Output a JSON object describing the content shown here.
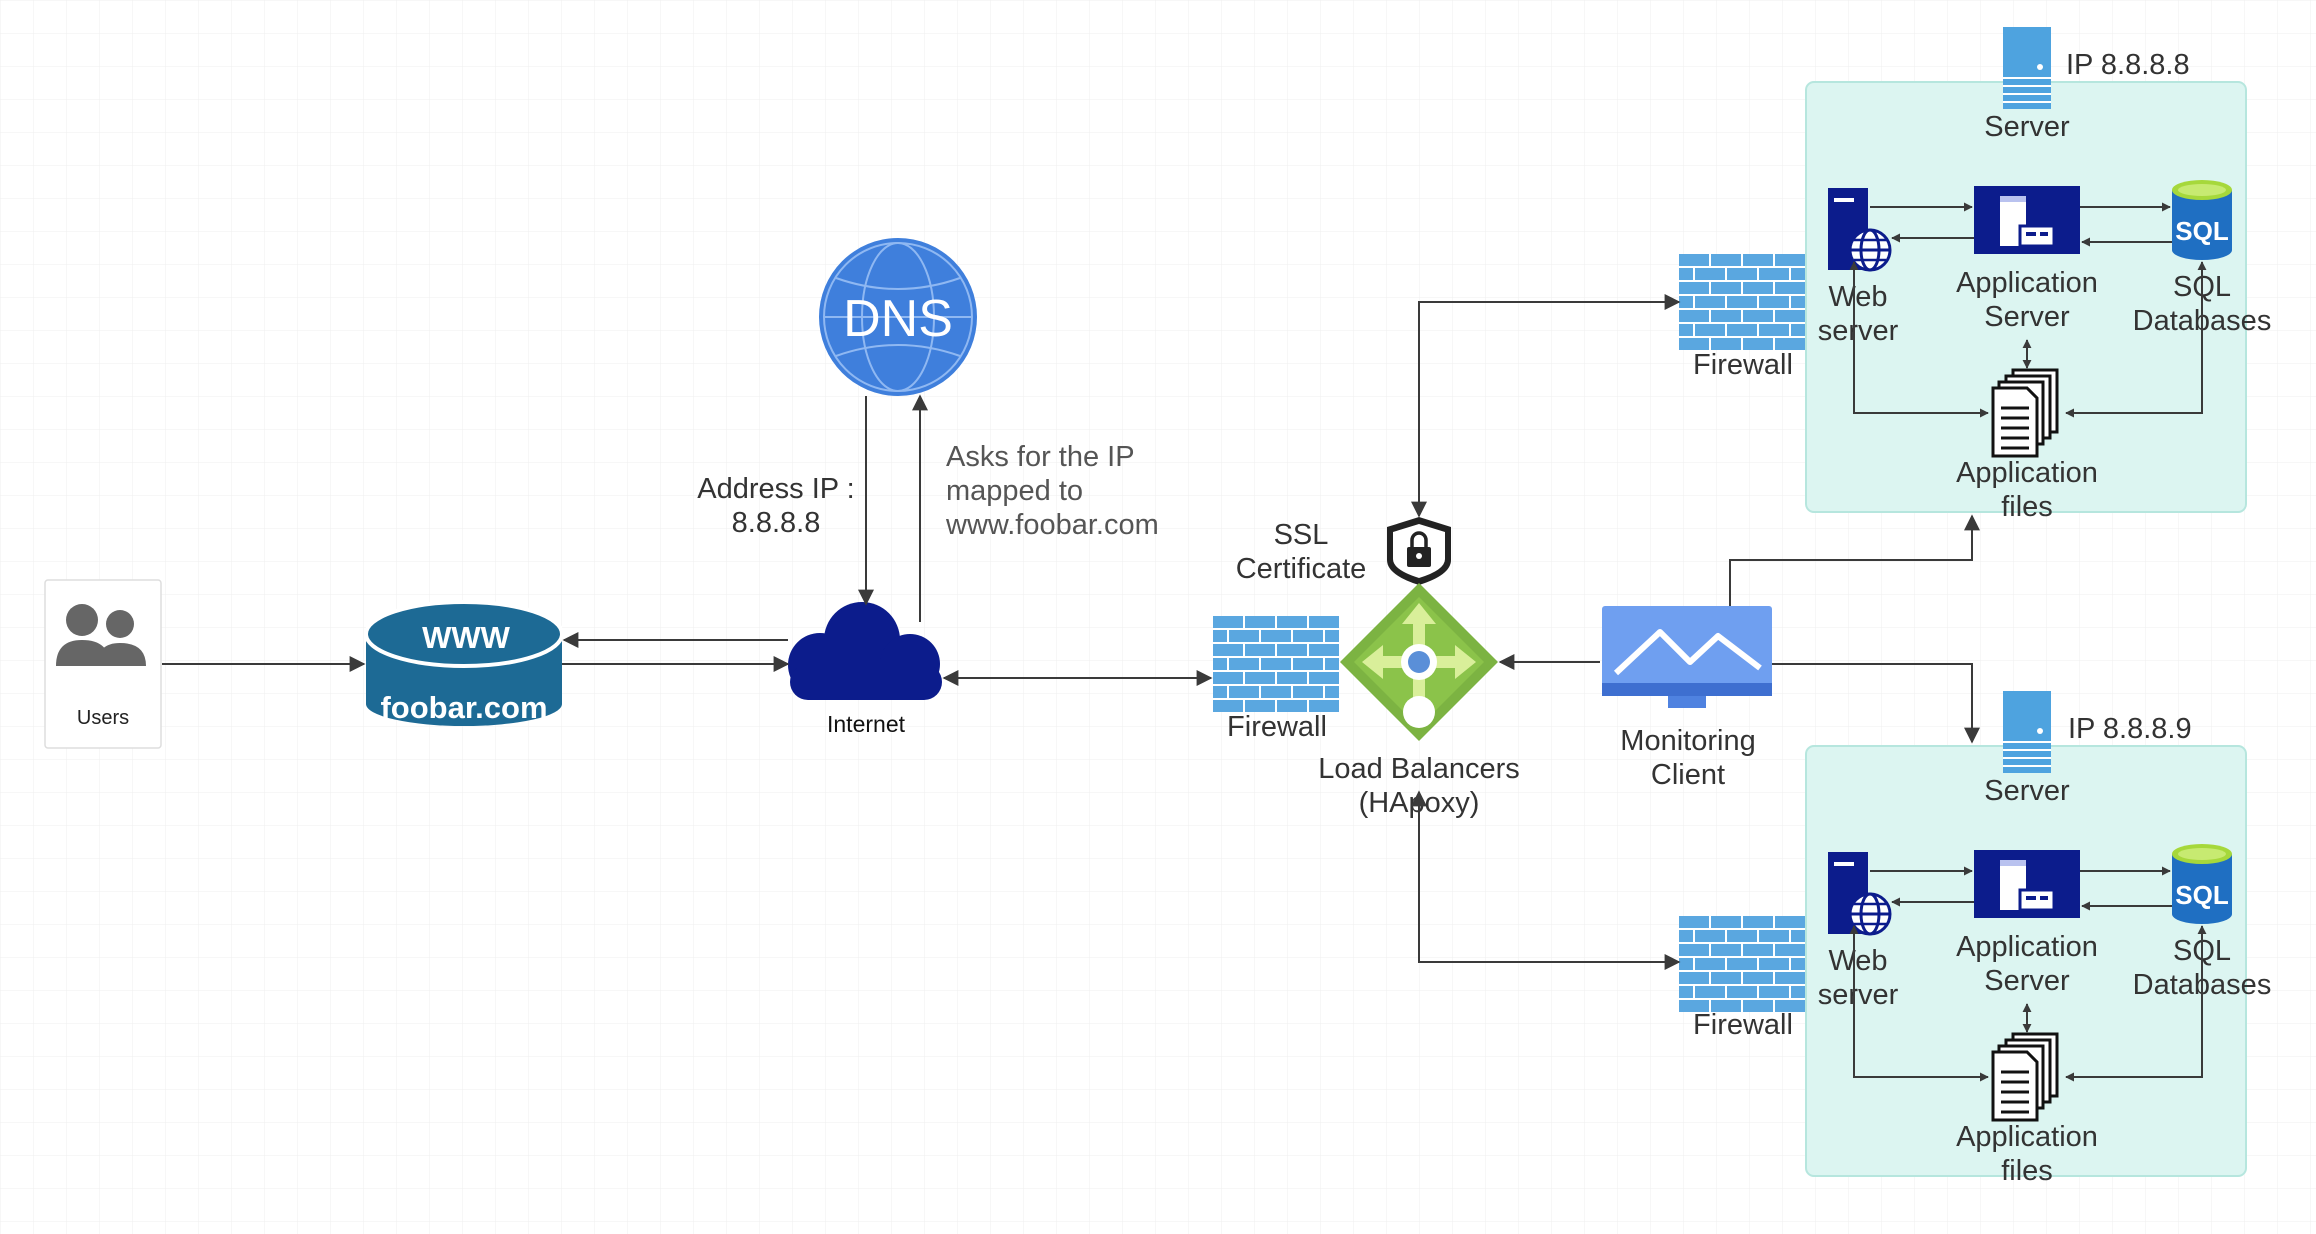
{
  "colors": {
    "grid": "#ececec",
    "server_box_fill": "#dcf5f1",
    "server_box_stroke": "#b6e6de",
    "dns_blue": "#3f7fdc",
    "navy": "#0c1c8c",
    "www_blue": "#1d6a95",
    "firewall_blue": "#5aa7e0",
    "lb_green": "#7cb342",
    "monitor_blue": "#6f9ff0",
    "server_tower": "#4ea3df",
    "sql_blue": "#1f6fc2",
    "sql_green": "#a6d83b"
  },
  "users": {
    "label": "Users",
    "icon": "users-icon"
  },
  "website": {
    "top_label": "WWW",
    "domain": "foobar.com",
    "icon": "database-cylinder-icon"
  },
  "internet": {
    "label": "Internet",
    "icon": "cloud-icon"
  },
  "dns": {
    "label": "DNS",
    "icon": "globe-icon"
  },
  "dns_reply": {
    "line1": "Address IP :",
    "line2": "8.8.8.8"
  },
  "dns_query": {
    "line1": "Asks for the IP",
    "line2": "mapped to",
    "line3": "www.foobar.com"
  },
  "ssl": {
    "line1": "SSL",
    "line2": "Certificate",
    "icon": "shield-lock-icon"
  },
  "firewall_lb": {
    "label": "Firewall",
    "icon": "brick-wall-icon"
  },
  "load_balancer": {
    "line1": "Load Balancers",
    "line2": "(HApoxy)",
    "icon": "load-balancer-icon"
  },
  "monitoring": {
    "line1": "Monitoring",
    "line2": "Client",
    "icon": "monitor-icon"
  },
  "servers": [
    {
      "ip": "IP 8.8.8.8",
      "title": "Server",
      "firewall": "Firewall",
      "web": {
        "line1": "Web",
        "line2": "server"
      },
      "app": {
        "line1": "Application",
        "line2": "Server"
      },
      "sql_badge": "SQL",
      "sql": {
        "line1": "SQL",
        "line2": "Databases"
      },
      "files": {
        "line1": "Application",
        "line2": "files"
      }
    },
    {
      "ip": "IP 8.8.8.9",
      "title": "Server",
      "firewall": "Firewall",
      "web": {
        "line1": "Web",
        "line2": "server"
      },
      "app": {
        "line1": "Application",
        "line2": "Server"
      },
      "sql_badge": "SQL",
      "sql": {
        "line1": "SQL",
        "line2": "Databases"
      },
      "files": {
        "line1": "Application",
        "line2": "files"
      }
    }
  ]
}
